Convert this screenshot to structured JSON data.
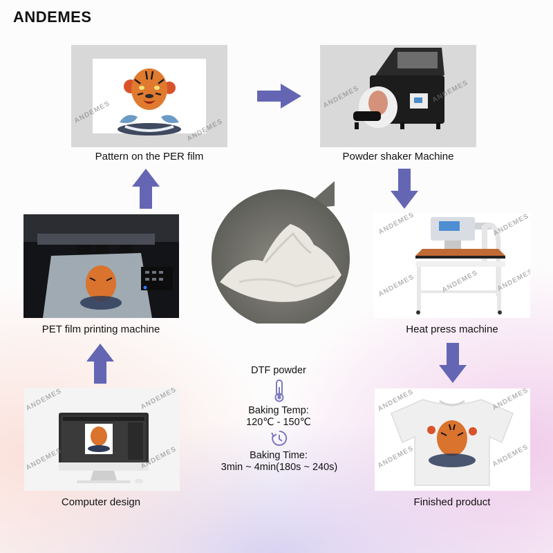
{
  "brand": "ANDEMES",
  "watermark": "ANDEMES",
  "colors": {
    "arrow": "#6466b4",
    "panel_gray": "#d9d9d9",
    "icon": "#7a78c0"
  },
  "steps": [
    {
      "id": "pattern",
      "caption": "Pattern on the PER film"
    },
    {
      "id": "shaker",
      "caption": "Powder shaker Machine"
    },
    {
      "id": "pet_printer",
      "caption": "PET film printing machine"
    },
    {
      "id": "heat_press",
      "caption": "Heat press machine"
    },
    {
      "id": "computer",
      "caption": "Computer design"
    },
    {
      "id": "finished",
      "caption": "Finished product"
    }
  ],
  "center": {
    "powder_label": "DTF powder",
    "temp_label": "Baking Temp:",
    "temp_value": "120℃ - 150℃",
    "time_label": "Baking Time:",
    "time_value": "3min ~ 4min(180s ~ 240s)",
    "icons": [
      "thermometer-icon",
      "timer-icon"
    ]
  }
}
